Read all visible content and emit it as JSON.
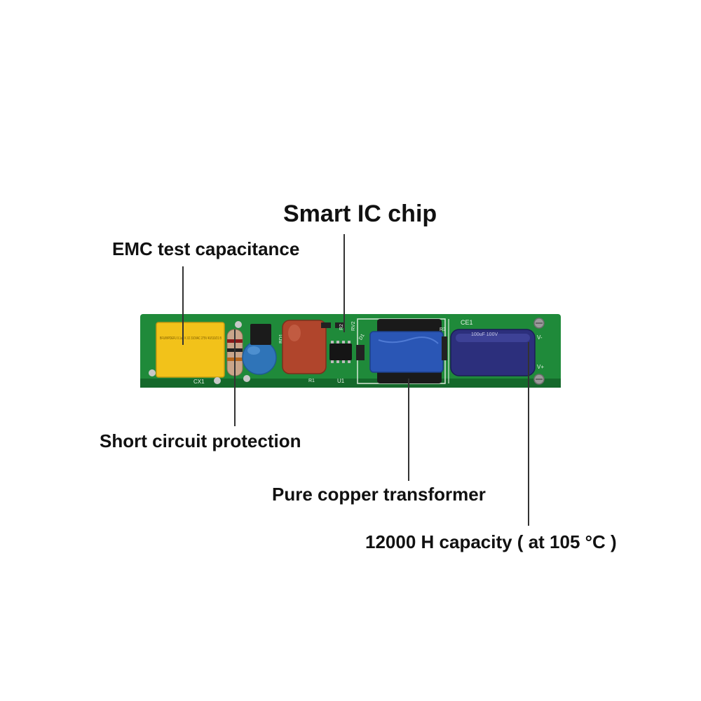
{
  "callouts": {
    "smart_ic": "Smart IC chip",
    "emc": "EMC test capacitance",
    "short_circuit": "Short circuit protection",
    "transformer": "Pure copper transformer",
    "capacitor_life": "12000 H capacity ( at 105 °C )"
  },
  "silkscreen": {
    "cx1": "CX1",
    "bd1": "BD1",
    "u1": "U1",
    "r1": "R1",
    "r2": "R2",
    "r3": "R3",
    "rv2": "RV2",
    "d1": "D1",
    "ce1": "CE1",
    "v_minus": "V-",
    "v_plus": "V+",
    "cap_marking": "100uF 100V",
    "xcap_marking": "BFU/MPDEFU 0.1uF K X2 310VAC 275V 40/110/21 B"
  },
  "colors": {
    "pcb": "#1f8a3a",
    "pcb_dark": "#15692b",
    "xcap": "#f2c21a",
    "film_cap": "#b0452c",
    "varistor": "#2f74b8",
    "transformer_tape": "#2a56b5",
    "electrolytic": "#2c2f7c",
    "leader": "#333333",
    "text": "#111111"
  }
}
